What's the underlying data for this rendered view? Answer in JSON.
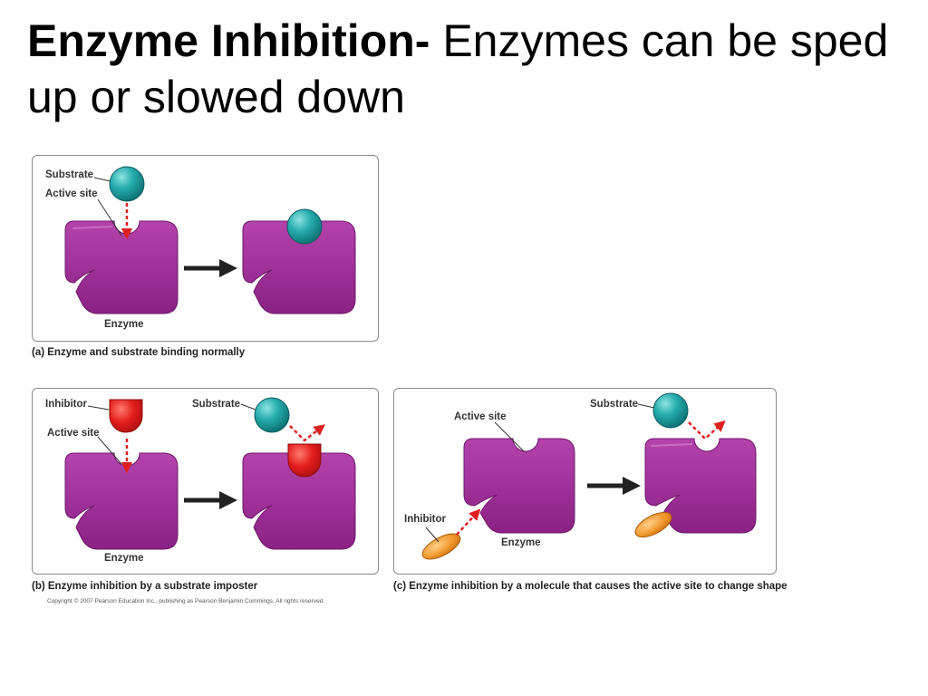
{
  "title": {
    "bold": "Enzyme Inhibition-",
    "rest": " Enzymes can be sped up or slowed down"
  },
  "panel_a": {
    "substrate_label": "Substrate",
    "active_site_label": "Active site",
    "enzyme_label": "Enzyme",
    "caption": "(a)  Enzyme and substrate binding normally"
  },
  "panel_b": {
    "inhibitor_label": "Inhibitor",
    "active_site_label": "Active site",
    "substrate_label": "Substrate",
    "enzyme_label": "Enzyme",
    "caption": "(b)  Enzyme inhibition by a substrate imposter"
  },
  "panel_c": {
    "active_site_label": "Active site",
    "substrate_label": "Substrate",
    "inhibitor_label": "Inhibitor",
    "enzyme_label": "Enzyme",
    "caption": "(c)  Enzyme inhibition by a molecule that causes the active site to change shape"
  },
  "copyright": "Copyright © 2007 Pearson Education Inc., publishing as Pearson Benjamin Cummings. All rights reserved.",
  "colors": {
    "enzyme": "#9b2a93",
    "substrate": "#1fa7a8",
    "inhibitor_red": "#e41d1d",
    "inhibitor_orange": "#f0962a",
    "arrow_red": "#e02020"
  }
}
